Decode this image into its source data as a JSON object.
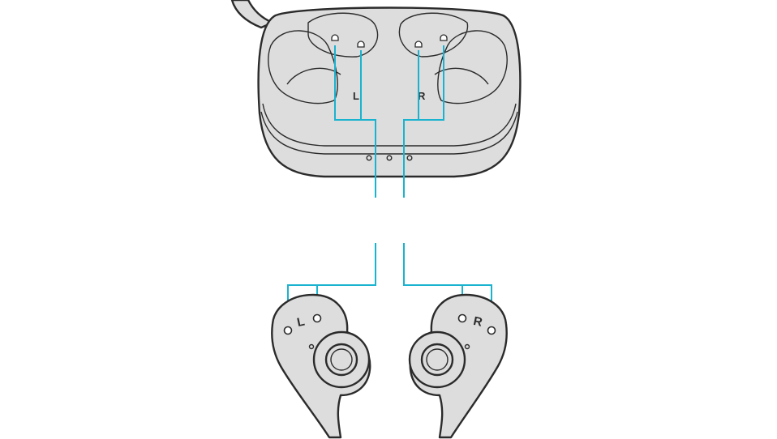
{
  "labels": {
    "case_left": "L",
    "case_right": "R",
    "bud_left": "L",
    "bud_right": "R"
  },
  "colors": {
    "connector": "#1ab3cf",
    "device_fill": "#dddddd",
    "outline": "#2b2b2b"
  }
}
